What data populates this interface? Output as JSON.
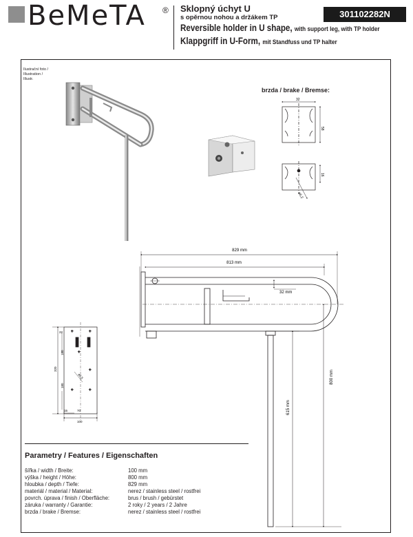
{
  "header": {
    "brand": "BeMeTA",
    "registered": "®",
    "title_cz": "Sklopný úchyt U",
    "subtitle_cz": "s opěrnou nohou a držákem TP",
    "title_en": "Reversible holder in U shape,",
    "subtitle_en": "with support leg, with TP holder",
    "title_de": "Klappgriff in U-Form,",
    "subtitle_de": "mit Standfuss und TP halter",
    "product_code": "301102282N"
  },
  "illustration_note": [
    "Ilustrační foto /",
    "Illustration /",
    "Illustr."
  ],
  "brake_title": "brzda / brake / Bremse:",
  "dimensions": {
    "total_length": "829 mm",
    "rail_length": "813 mm",
    "tube_diameter": "32 mm",
    "height": "800 mm",
    "leg_height": "615 mm",
    "brake_width": "32",
    "brake_height": "58",
    "brake_depth": "16",
    "brake_dia": "ø6,2",
    "plate_dims": {
      "top": "22",
      "h1": "180",
      "h2": "320",
      "h3": "180",
      "bottom": "70",
      "left_margin": "15",
      "bottom_width": "100",
      "hole": "ø5,5"
    }
  },
  "parameters": {
    "title": "Parametry / Features / Eigenschaften",
    "rows": [
      {
        "label": "šířka / width / Breite:",
        "value": "100 mm"
      },
      {
        "label": "výška / height / Höhe:",
        "value": "800 mm"
      },
      {
        "label": "hloubka / depth / Tiefe:",
        "value": "829 mm"
      },
      {
        "label": "materiál / material / Material:",
        "value": "nerez / stainless steel / rostfrei"
      },
      {
        "label": "povrch. úprava / finish / Oberfläche:",
        "value": "brus / brush / gebürstet"
      },
      {
        "label": "záruka / warranty / Garantie:",
        "value": "2 roky / 2 years / 2 Jahre"
      },
      {
        "label": "brzda / brake / Bremse:",
        "value": "nerez / stainless steel / rostfrei"
      }
    ]
  }
}
